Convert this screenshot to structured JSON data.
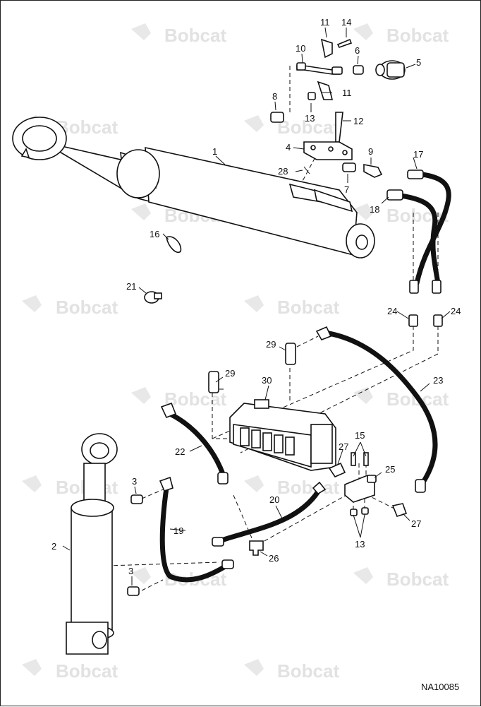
{
  "watermark": "Bobcat",
  "drawing_code": "NA10085",
  "callouts": [
    "1",
    "2",
    "3",
    "3",
    "4",
    "5",
    "6",
    "7",
    "8",
    "9",
    "10",
    "11",
    "11",
    "12",
    "13",
    "13",
    "14",
    "15",
    "16",
    "17",
    "18",
    "19",
    "20",
    "21",
    "22",
    "23",
    "24",
    "24",
    "25",
    "26",
    "27",
    "27",
    "28",
    "29",
    "29",
    "30"
  ]
}
